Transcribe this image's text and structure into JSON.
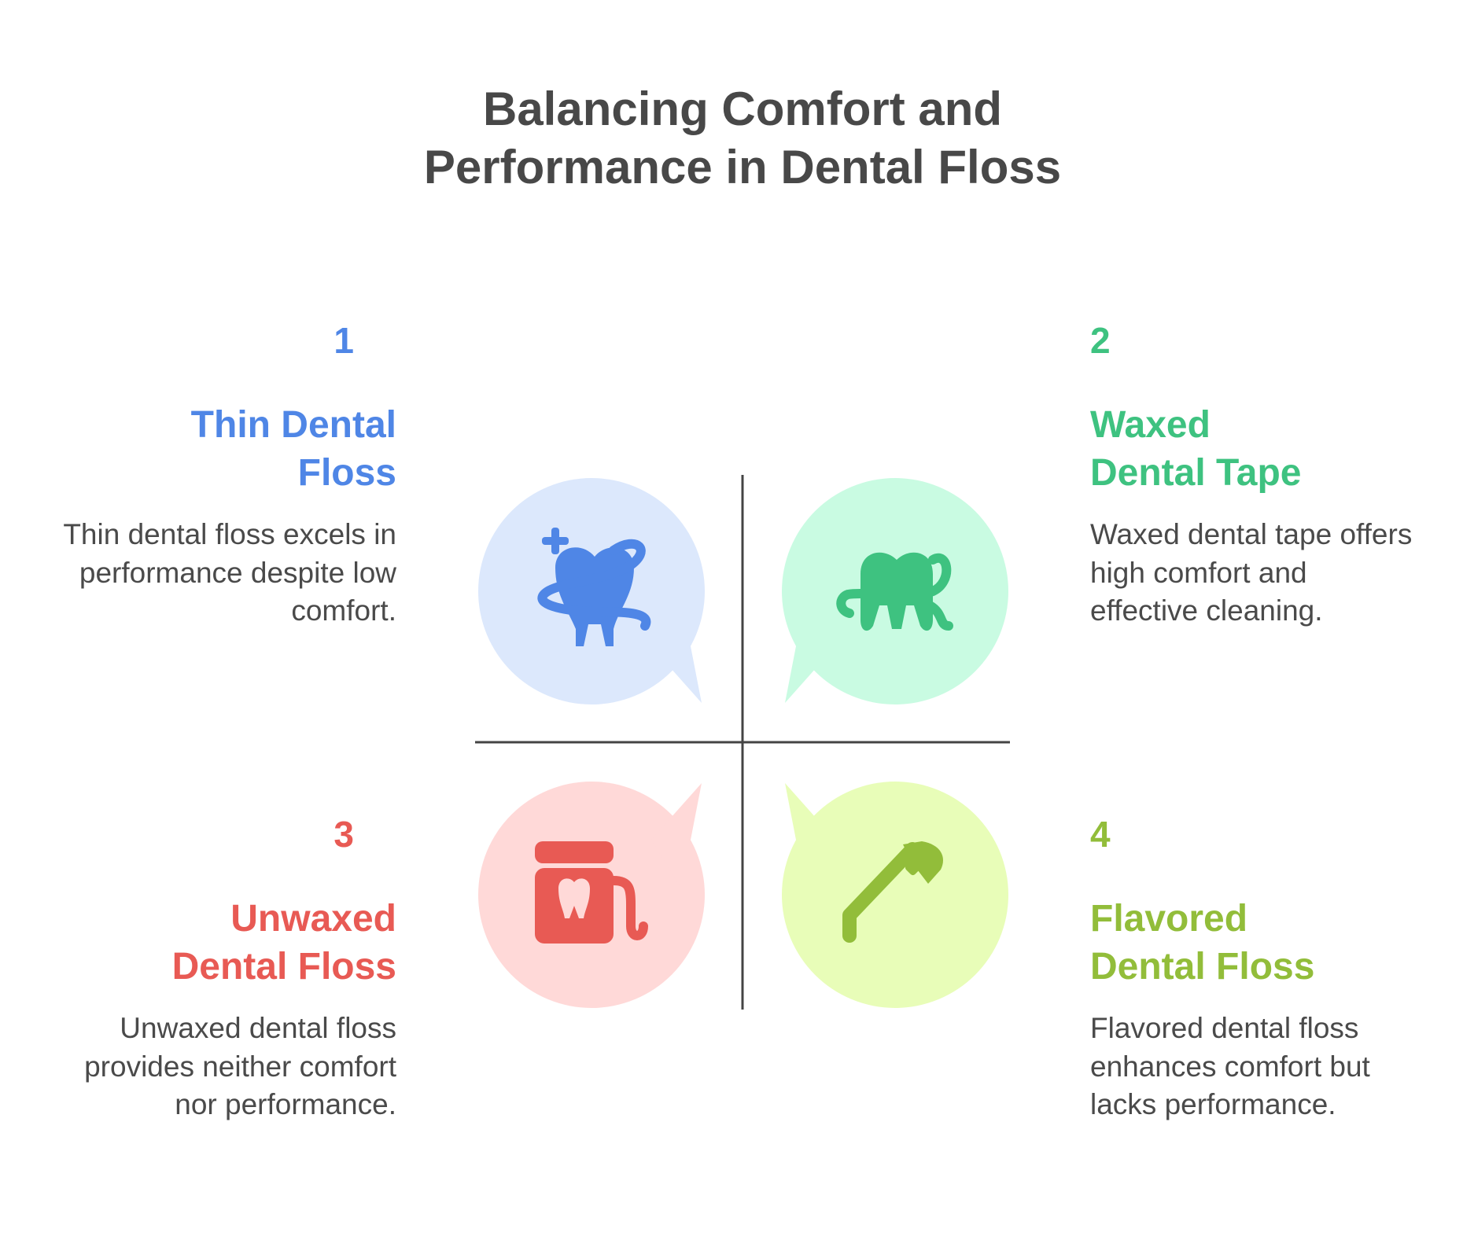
{
  "title": {
    "line1": "Balancing Comfort and",
    "line2": "Performance in Dental Floss"
  },
  "quadrants": [
    {
      "number": "1",
      "heading_line1": "Thin Dental",
      "heading_line2": "Floss",
      "description": "Thin dental floss excels in performance despite low comfort.",
      "icon": "tooth-with-floss-sparkle-icon",
      "accent": "#4f86e6",
      "bubble": "#dce8fc"
    },
    {
      "number": "2",
      "heading_line1": "Waxed",
      "heading_line2": "Dental Tape",
      "description": "Waxed dental tape offers high comfort and effective cleaning.",
      "icon": "tooth-wrapped-tape-icon",
      "accent": "#3ec280",
      "bubble": "#c9fbe2"
    },
    {
      "number": "3",
      "heading_line1": "Unwaxed",
      "heading_line2": "Dental Floss",
      "description": "Unwaxed dental floss provides neither comfort nor performance.",
      "icon": "floss-container-icon",
      "accent": "#e85a54",
      "bubble": "#ffd9d8"
    },
    {
      "number": "4",
      "heading_line1": "Flavored",
      "heading_line2": "Dental Floss",
      "description": "Flavored dental floss enhances comfort but lacks performance.",
      "icon": "floss-pick-icon",
      "accent": "#92bd3a",
      "bubble": "#e8fdb8"
    }
  ],
  "axis_color": "#444444"
}
